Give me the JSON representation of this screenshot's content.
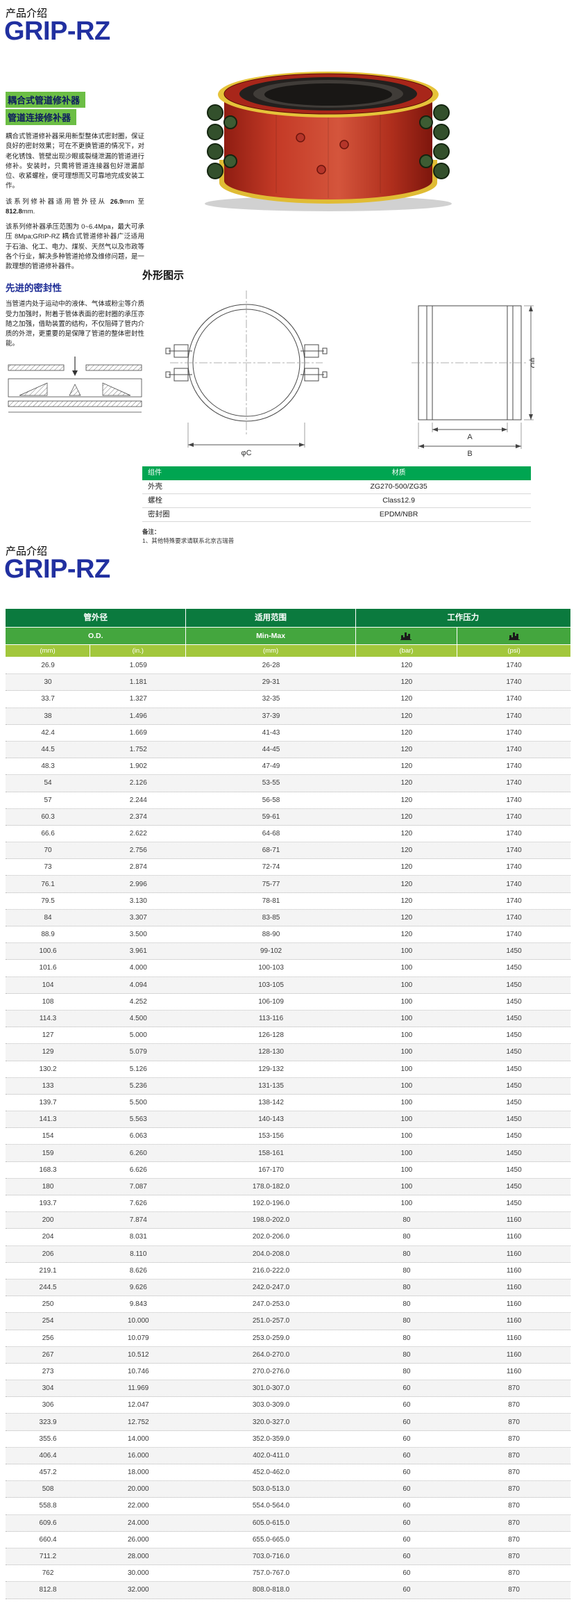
{
  "colors": {
    "brand_blue": "#2130a0",
    "highlight_green": "#6cbe45",
    "table_green_dark": "#0b7a3e",
    "table_green_mid": "#44a63e",
    "table_green_light": "#a2c73c",
    "materials_header_green": "#00a551"
  },
  "page1": {
    "kicker": "产品介绍",
    "brand": "GRIP-RZ",
    "product_title_line1": "耦合式管道修补器",
    "product_title_line2": "管道连接修补器",
    "intro_p1": "耦合式管道修补器采用新型整体式密封圈，保证良好的密封效果；可在不更换管道的情况下，对老化锈蚀、管壁出现沙眼或裂缝泄漏的管道进行修补。安装时，只需将管道连接器包好泄漏部位、收紧螺栓，便可理想而又可靠地完成安装工作。",
    "intro_p2": {
      "prefix": "该系列修补器适用管外径从 ",
      "od_min": "26.9",
      "mid": "mm 至 ",
      "od_max": "812.8",
      "suffix": "mm."
    },
    "intro_p3": "该系列修补器承压范围为 0~6.4Mpa，最大可承压 8Mpa;GRIP-RZ 耦合式管道修补器广泛适用于石油、化工、电力、煤炭、天然气以及市政等各个行业，解决多种管道抢修及维修问题，是一款理想的管道修补器件。",
    "sealing_title": "先进的密封性",
    "sealing_p": "当管道内处于运动中的液体、气体或粉尘等介质受力加强时，附着于管体表面的密封圈的承压亦随之加强，借助装置的结构，不仅阻碍了管内介质的外泄，更重要的是保障了管道的整体密封性能。",
    "outline_title": "外形图示",
    "dim_labels": {
      "phiC": "φC",
      "phiD": "φD",
      "A": "A",
      "B": "B"
    },
    "materials_table": {
      "headers": [
        "组件",
        "材质"
      ],
      "rows": [
        {
          "part": "外壳",
          "material": "ZG270-500/ZG35"
        },
        {
          "part": "螺栓",
          "material": "Class12.9"
        },
        {
          "part": "密封圈",
          "material": "EPDM/NBR"
        }
      ]
    },
    "note_title": "备注：",
    "note_line": "1、其他特殊要求请联系北京古瑞普"
  },
  "page2": {
    "kicker": "产品介绍",
    "brand": "GRIP-RZ",
    "spec_table": {
      "group_headers": [
        "管外径",
        "适用范围",
        "工作压力"
      ],
      "od_label": "O.D.",
      "range_label": "Min-Max",
      "pressure_icon": "pressure-gauge",
      "unit_headers": [
        "(mm)",
        "(in.)",
        "(mm)",
        "(bar)",
        "(psi)"
      ],
      "rows": [
        {
          "od_mm": "26.9",
          "od_in": "1.059",
          "range": "26-28",
          "bar": "120",
          "psi": "1740"
        },
        {
          "od_mm": "30",
          "od_in": "1.181",
          "range": "29-31",
          "bar": "120",
          "psi": "1740"
        },
        {
          "od_mm": "33.7",
          "od_in": "1.327",
          "range": "32-35",
          "bar": "120",
          "psi": "1740"
        },
        {
          "od_mm": "38",
          "od_in": "1.496",
          "range": "37-39",
          "bar": "120",
          "psi": "1740"
        },
        {
          "od_mm": "42.4",
          "od_in": "1.669",
          "range": "41-43",
          "bar": "120",
          "psi": "1740"
        },
        {
          "od_mm": "44.5",
          "od_in": "1.752",
          "range": "44-45",
          "bar": "120",
          "psi": "1740"
        },
        {
          "od_mm": "48.3",
          "od_in": "1.902",
          "range": "47-49",
          "bar": "120",
          "psi": "1740"
        },
        {
          "od_mm": "54",
          "od_in": "2.126",
          "range": "53-55",
          "bar": "120",
          "psi": "1740"
        },
        {
          "od_mm": "57",
          "od_in": "2.244",
          "range": "56-58",
          "bar": "120",
          "psi": "1740"
        },
        {
          "od_mm": "60.3",
          "od_in": "2.374",
          "range": "59-61",
          "bar": "120",
          "psi": "1740"
        },
        {
          "od_mm": "66.6",
          "od_in": "2.622",
          "range": "64-68",
          "bar": "120",
          "psi": "1740"
        },
        {
          "od_mm": "70",
          "od_in": "2.756",
          "range": "68-71",
          "bar": "120",
          "psi": "1740"
        },
        {
          "od_mm": "73",
          "od_in": "2.874",
          "range": "72-74",
          "bar": "120",
          "psi": "1740"
        },
        {
          "od_mm": "76.1",
          "od_in": "2.996",
          "range": "75-77",
          "bar": "120",
          "psi": "1740"
        },
        {
          "od_mm": "79.5",
          "od_in": "3.130",
          "range": "78-81",
          "bar": "120",
          "psi": "1740"
        },
        {
          "od_mm": "84",
          "od_in": "3.307",
          "range": "83-85",
          "bar": "120",
          "psi": "1740"
        },
        {
          "od_mm": "88.9",
          "od_in": "3.500",
          "range": "88-90",
          "bar": "120",
          "psi": "1740"
        },
        {
          "od_mm": "100.6",
          "od_in": "3.961",
          "range": "99-102",
          "bar": "100",
          "psi": "1450"
        },
        {
          "od_mm": "101.6",
          "od_in": "4.000",
          "range": "100-103",
          "bar": "100",
          "psi": "1450"
        },
        {
          "od_mm": "104",
          "od_in": "4.094",
          "range": "103-105",
          "bar": "100",
          "psi": "1450"
        },
        {
          "od_mm": "108",
          "od_in": "4.252",
          "range": "106-109",
          "bar": "100",
          "psi": "1450"
        },
        {
          "od_mm": "114.3",
          "od_in": "4.500",
          "range": "113-116",
          "bar": "100",
          "psi": "1450"
        },
        {
          "od_mm": "127",
          "od_in": "5.000",
          "range": "126-128",
          "bar": "100",
          "psi": "1450"
        },
        {
          "od_mm": "129",
          "od_in": "5.079",
          "range": "128-130",
          "bar": "100",
          "psi": "1450"
        },
        {
          "od_mm": "130.2",
          "od_in": "5.126",
          "range": "129-132",
          "bar": "100",
          "psi": "1450"
        },
        {
          "od_mm": "133",
          "od_in": "5.236",
          "range": "131-135",
          "bar": "100",
          "psi": "1450"
        },
        {
          "od_mm": "139.7",
          "od_in": "5.500",
          "range": "138-142",
          "bar": "100",
          "psi": "1450"
        },
        {
          "od_mm": "141.3",
          "od_in": "5.563",
          "range": "140-143",
          "bar": "100",
          "psi": "1450"
        },
        {
          "od_mm": "154",
          "od_in": "6.063",
          "range": "153-156",
          "bar": "100",
          "psi": "1450"
        },
        {
          "od_mm": "159",
          "od_in": "6.260",
          "range": "158-161",
          "bar": "100",
          "psi": "1450"
        },
        {
          "od_mm": "168.3",
          "od_in": "6.626",
          "range": "167-170",
          "bar": "100",
          "psi": "1450"
        },
        {
          "od_mm": "180",
          "od_in": "7.087",
          "range": "178.0-182.0",
          "bar": "100",
          "psi": "1450"
        },
        {
          "od_mm": "193.7",
          "od_in": "7.626",
          "range": "192.0-196.0",
          "bar": "100",
          "psi": "1450"
        },
        {
          "od_mm": "200",
          "od_in": "7.874",
          "range": "198.0-202.0",
          "bar": "80",
          "psi": "1160"
        },
        {
          "od_mm": "204",
          "od_in": "8.031",
          "range": "202.0-206.0",
          "bar": "80",
          "psi": "1160"
        },
        {
          "od_mm": "206",
          "od_in": "8.110",
          "range": "204.0-208.0",
          "bar": "80",
          "psi": "1160"
        },
        {
          "od_mm": "219.1",
          "od_in": "8.626",
          "range": "216.0-222.0",
          "bar": "80",
          "psi": "1160"
        },
        {
          "od_mm": "244.5",
          "od_in": "9.626",
          "range": "242.0-247.0",
          "bar": "80",
          "psi": "1160"
        },
        {
          "od_mm": "250",
          "od_in": "9.843",
          "range": "247.0-253.0",
          "bar": "80",
          "psi": "1160"
        },
        {
          "od_mm": "254",
          "od_in": "10.000",
          "range": "251.0-257.0",
          "bar": "80",
          "psi": "1160"
        },
        {
          "od_mm": "256",
          "od_in": "10.079",
          "range": "253.0-259.0",
          "bar": "80",
          "psi": "1160"
        },
        {
          "od_mm": "267",
          "od_in": "10.512",
          "range": "264.0-270.0",
          "bar": "80",
          "psi": "1160"
        },
        {
          "od_mm": "273",
          "od_in": "10.746",
          "range": "270.0-276.0",
          "bar": "80",
          "psi": "1160"
        },
        {
          "od_mm": "304",
          "od_in": "11.969",
          "range": "301.0-307.0",
          "bar": "60",
          "psi": "870"
        },
        {
          "od_mm": "306",
          "od_in": "12.047",
          "range": "303.0-309.0",
          "bar": "60",
          "psi": "870"
        },
        {
          "od_mm": "323.9",
          "od_in": "12.752",
          "range": "320.0-327.0",
          "bar": "60",
          "psi": "870"
        },
        {
          "od_mm": "355.6",
          "od_in": "14.000",
          "range": "352.0-359.0",
          "bar": "60",
          "psi": "870"
        },
        {
          "od_mm": "406.4",
          "od_in": "16.000",
          "range": "402.0-411.0",
          "bar": "60",
          "psi": "870"
        },
        {
          "od_mm": "457.2",
          "od_in": "18.000",
          "range": "452.0-462.0",
          "bar": "60",
          "psi": "870"
        },
        {
          "od_mm": "508",
          "od_in": "20.000",
          "range": "503.0-513.0",
          "bar": "60",
          "psi": "870"
        },
        {
          "od_mm": "558.8",
          "od_in": "22.000",
          "range": "554.0-564.0",
          "bar": "60",
          "psi": "870"
        },
        {
          "od_mm": "609.6",
          "od_in": "24.000",
          "range": "605.0-615.0",
          "bar": "60",
          "psi": "870"
        },
        {
          "od_mm": "660.4",
          "od_in": "26.000",
          "range": "655.0-665.0",
          "bar": "60",
          "psi": "870"
        },
        {
          "od_mm": "711.2",
          "od_in": "28.000",
          "range": "703.0-716.0",
          "bar": "60",
          "psi": "870"
        },
        {
          "od_mm": "762",
          "od_in": "30.000",
          "range": "757.0-767.0",
          "bar": "60",
          "psi": "870"
        },
        {
          "od_mm": "812.8",
          "od_in": "32.000",
          "range": "808.0-818.0",
          "bar": "60",
          "psi": "870"
        }
      ]
    }
  }
}
